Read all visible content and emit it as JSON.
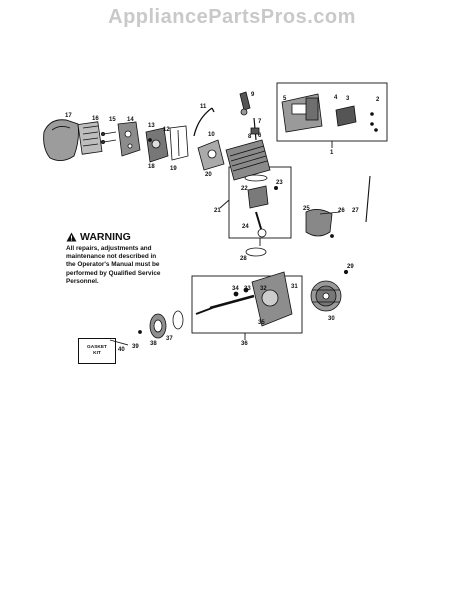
{
  "watermark": "AppliancePartsPros.com",
  "warning": {
    "title": "WARNING",
    "lines": [
      "All repairs, adjustments and",
      "maintenance not described in",
      "the Operator's Manual must be",
      "performed by Qualified Service",
      "Personnel."
    ]
  },
  "gasket_kit": {
    "line1": "GASKET",
    "line2": "KIT"
  },
  "callouts": [
    "1",
    "2",
    "3",
    "4",
    "5",
    "6",
    "7",
    "8",
    "9",
    "10",
    "11",
    "12",
    "13",
    "14",
    "15",
    "16",
    "17",
    "18",
    "19",
    "20",
    "21",
    "22",
    "23",
    "24",
    "25",
    "26",
    "27",
    "28",
    "29",
    "30",
    "31",
    "32",
    "33",
    "34",
    "35",
    "36",
    "37",
    "38",
    "39",
    "40"
  ]
}
